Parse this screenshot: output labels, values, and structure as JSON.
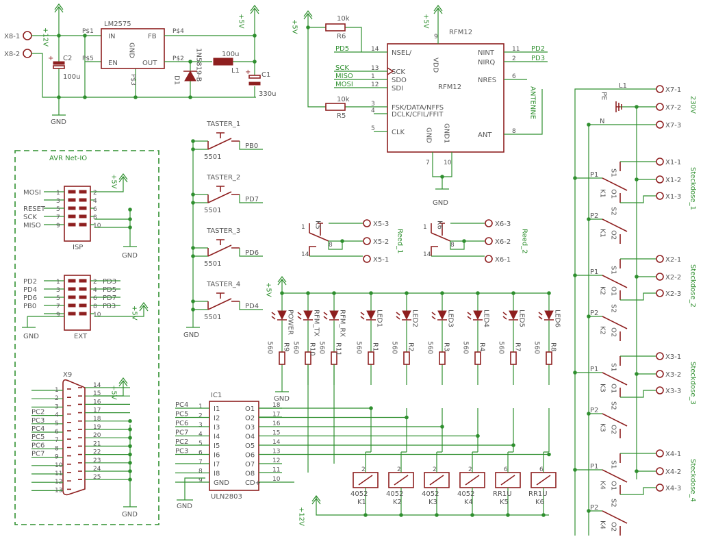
{
  "power": {
    "reg_name": "LM2575",
    "reg_pins": [
      "IN",
      "FB",
      "GND",
      "EN",
      "OUT"
    ],
    "reg_pin_nums": [
      "P$1",
      "P$4",
      "P$3",
      "P$5",
      "P$2"
    ],
    "x8_1": "X8-1",
    "x8_2": "X8-2",
    "plus12": "+12V",
    "plus5": "+5V",
    "gnd": "GND",
    "c2": "C2",
    "c2_val": "100u",
    "d1": "D1",
    "d1_val": "1N5819-B",
    "l1": "L1",
    "l1_val": "100u",
    "c1": "C1",
    "c1_val": "330u"
  },
  "rfm": {
    "title": "RFM12",
    "label": "RFM12",
    "plus5": "+5V",
    "gnd": "GND",
    "r6": "R6",
    "r6_val": "10k",
    "r5": "R5",
    "r5_val": "10k",
    "pins_left": [
      "NSEL/",
      "SCK",
      "SDO",
      "SDI",
      "FSK/DATA/NFFS",
      "DCLK/CFIL/FFIT",
      "CLK"
    ],
    "pins_left_num": [
      "14",
      "13",
      "1",
      "12",
      "3",
      "4",
      "5"
    ],
    "pins_right": [
      "NINT",
      "NIRQ",
      "NRES",
      "ANT"
    ],
    "pins_right_num": [
      "11",
      "2",
      "6",
      "8"
    ],
    "pin_vdd": "VDD",
    "pin_gnd": "GND",
    "pin_gnd1": "GND1",
    "num_vdd": "9",
    "num_gnd": "7",
    "num_gnd1": "10",
    "nets_left": [
      "PD5",
      "SCK",
      "MISO",
      "MOSI"
    ],
    "nets_right": [
      "PD2",
      "PD3"
    ],
    "antenne": "ANTENNE"
  },
  "avr": {
    "title": "AVR Net-IO",
    "isp": "ISP",
    "ext": "EXT",
    "x9": "X9",
    "plus5": "+5V",
    "gnd": "GND",
    "isp_left": [
      "MOSI",
      "",
      "RESET",
      "SCK",
      "MISO"
    ],
    "isp_lnum": [
      "1",
      "3",
      "5",
      "7",
      "9"
    ],
    "isp_rnum": [
      "2",
      "4",
      "6",
      "8",
      "10"
    ],
    "ext_left": [
      "PD2",
      "PD4",
      "PD6",
      "PB0",
      ""
    ],
    "ext_lnum": [
      "1",
      "3",
      "5",
      "7",
      "9"
    ],
    "ext_rnum": [
      "2",
      "4",
      "6",
      "8",
      "10"
    ],
    "ext_right": [
      "PD3",
      "PD5",
      "PD7",
      "PB3",
      ""
    ],
    "x9_left": [
      "",
      "",
      "",
      "PC2",
      "PC3",
      "PC4",
      "PC5",
      "PC6",
      "PC7",
      "",
      "",
      "",
      ""
    ],
    "x9_lnum": [
      "1",
      "2",
      "3",
      "4",
      "5",
      "6",
      "7",
      "8",
      "9",
      "10",
      "11",
      "12",
      "13"
    ],
    "x9_rnum": [
      "14",
      "15",
      "16",
      "17",
      "18",
      "19",
      "20",
      "21",
      "22",
      "23",
      "24",
      "25"
    ]
  },
  "buttons": {
    "items": [
      {
        "name": "TASTER_1",
        "part": "5501",
        "net": "PB0"
      },
      {
        "name": "TASTER_2",
        "part": "5501",
        "net": "PD7"
      },
      {
        "name": "TASTER_3",
        "part": "5501",
        "net": "PD6"
      },
      {
        "name": "TASTER_4",
        "part": "5501",
        "net": "PD4"
      }
    ],
    "gnd": "GND"
  },
  "reed": {
    "k5": "K5",
    "k6": "K6",
    "reed1": "Reed_1",
    "reed2": "Reed_2",
    "k5_pins": [
      "X5-3",
      "X5-2",
      "X5-1"
    ],
    "k6_pins": [
      "X6-3",
      "X6-2",
      "X6-1"
    ],
    "pin_nums": [
      "1",
      "8",
      "14"
    ]
  },
  "leds": {
    "plus5": "+5V",
    "gnd": "GND",
    "names": [
      "POWER",
      "RFM_TX",
      "RFM_RX",
      "LED1",
      "LED2",
      "LED3",
      "LED4",
      "LED5",
      "LED6"
    ],
    "resistors": [
      "R9",
      "R10",
      "R11",
      "R1",
      "R2",
      "R3",
      "R4",
      "R7",
      "R8"
    ],
    "res_val": "560"
  },
  "uln": {
    "name": "IC1",
    "type": "ULN2803",
    "inputs": [
      "I1",
      "I2",
      "I3",
      "I4",
      "I5",
      "I6",
      "I7",
      "I8",
      "GND"
    ],
    "in_nums": [
      "1",
      "2",
      "3",
      "4",
      "5",
      "6",
      "7",
      "8",
      "9"
    ],
    "outputs": [
      "O1",
      "O2",
      "O3",
      "O4",
      "O5",
      "O6",
      "O7",
      "O8",
      "CD+"
    ],
    "out_nums": [
      "18",
      "17",
      "16",
      "15",
      "14",
      "13",
      "12",
      "11",
      "10"
    ],
    "nets": [
      "PC4",
      "PC5",
      "PC6",
      "PC7",
      "PC2",
      "PC3"
    ],
    "gnd": "GND"
  },
  "relays": {
    "items": [
      {
        "type": "4052",
        "name": "K1",
        "pin": "2"
      },
      {
        "type": "4052",
        "name": "K2",
        "pin": "2"
      },
      {
        "type": "4052",
        "name": "K3",
        "pin": "2"
      },
      {
        "type": "4052",
        "name": "K4",
        "pin": "2"
      },
      {
        "type": "RR1U",
        "name": "K5",
        "pin": "6"
      },
      {
        "type": "RR1U",
        "name": "K6",
        "pin": "6"
      }
    ],
    "plus12": "+12V"
  },
  "mains": {
    "l1": "L1",
    "pe": "PE",
    "n": "N",
    "v230": "230V",
    "x7": [
      "X7-1",
      "X7-2",
      "X7-3"
    ],
    "sockets": [
      {
        "name": "Steckdose_1",
        "k": "K1",
        "pins": [
          "X1-1",
          "X1-2",
          "X1-3"
        ]
      },
      {
        "name": "Steckdose_2",
        "k": "K2",
        "pins": [
          "X2-1",
          "X2-2",
          "X2-3"
        ]
      },
      {
        "name": "Steckdose_3",
        "k": "K3",
        "pins": [
          "X3-1",
          "X3-2",
          "X3-3"
        ]
      },
      {
        "name": "Steckdose_4",
        "k": "K4",
        "pins": [
          "X4-1",
          "X4-2",
          "X4-3"
        ]
      }
    ],
    "contacts": [
      "P1",
      "S1",
      "O1",
      "S2",
      "P2",
      "O2"
    ]
  }
}
